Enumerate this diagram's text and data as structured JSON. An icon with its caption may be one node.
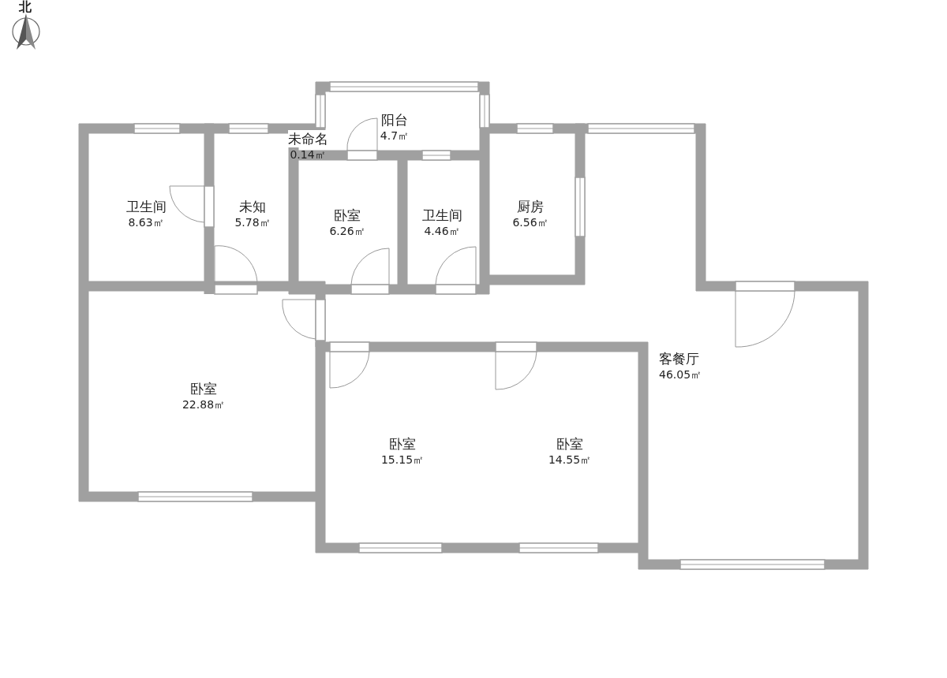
{
  "diagram": {
    "nodes": [
      {
        "text": [
          "未命名",
          "0.14㎡"
        ]
      },
      {
        "text": [
          "阳台",
          "4.7㎡"
        ]
      },
      {
        "text": [
          "卫生间",
          "8.63㎡"
        ]
      },
      {
        "text": [
          "未知",
          "5.78㎡"
        ]
      },
      {
        "text": [
          "卧室",
          "6.26㎡"
        ]
      },
      {
        "text": [
          "卫生间",
          "4.46㎡"
        ]
      },
      {
        "text": [
          "厨房",
          "6.56㎡"
        ]
      },
      {
        "text": [
          "客餐厅",
          "46.05㎡"
        ]
      },
      {
        "text": [
          "卧室",
          "22.88㎡"
        ]
      },
      {
        "text": [
          "卧室",
          "15.15㎡"
        ]
      },
      {
        "text": [
          "卧室",
          "14.55㎡"
        ]
      }
    ],
    "labels": [
      "北"
    ]
  }
}
